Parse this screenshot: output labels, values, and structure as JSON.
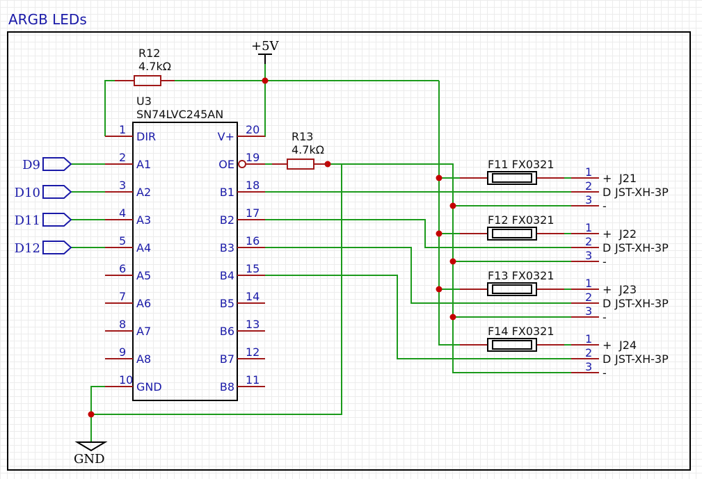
{
  "title": "ARGB LEDs",
  "power": {
    "vcc_label": "+5V",
    "gnd_label": "GND"
  },
  "r12": {
    "ref": "R12",
    "value": "4.7kΩ"
  },
  "r13": {
    "ref": "R13",
    "value": "4.7kΩ"
  },
  "u3": {
    "ref": "U3",
    "part": "SN74LVC245AN",
    "left_pins": [
      {
        "num": "1",
        "name": "DIR"
      },
      {
        "num": "2",
        "name": "A1"
      },
      {
        "num": "3",
        "name": "A2"
      },
      {
        "num": "4",
        "name": "A3"
      },
      {
        "num": "5",
        "name": "A4"
      },
      {
        "num": "6",
        "name": "A5"
      },
      {
        "num": "7",
        "name": "A6"
      },
      {
        "num": "8",
        "name": "A7"
      },
      {
        "num": "9",
        "name": "A8"
      },
      {
        "num": "10",
        "name": "GND"
      }
    ],
    "right_pins": [
      {
        "num": "20",
        "name": "V+"
      },
      {
        "num": "19",
        "name": "OE"
      },
      {
        "num": "18",
        "name": "B1"
      },
      {
        "num": "17",
        "name": "B2"
      },
      {
        "num": "16",
        "name": "B3"
      },
      {
        "num": "15",
        "name": "B4"
      },
      {
        "num": "14",
        "name": "B5"
      },
      {
        "num": "13",
        "name": "B6"
      },
      {
        "num": "12",
        "name": "B7"
      },
      {
        "num": "11",
        "name": "B8"
      }
    ]
  },
  "ports": [
    "D9",
    "D10",
    "D11",
    "D12"
  ],
  "fuses": [
    {
      "ref": "F11",
      "part": "FX0321"
    },
    {
      "ref": "F12",
      "part": "FX0321"
    },
    {
      "ref": "F13",
      "part": "FX0321"
    },
    {
      "ref": "F14",
      "part": "FX0321"
    }
  ],
  "connectors": [
    {
      "ref": "J21",
      "part": "JST-XH-3P"
    },
    {
      "ref": "J22",
      "part": "JST-XH-3P"
    },
    {
      "ref": "J23",
      "part": "JST-XH-3P"
    },
    {
      "ref": "J24",
      "part": "JST-XH-3P"
    }
  ],
  "connector_pins": [
    {
      "num": "1",
      "sig": "+"
    },
    {
      "num": "2",
      "sig": "D"
    },
    {
      "num": "3",
      "sig": "-"
    }
  ]
}
